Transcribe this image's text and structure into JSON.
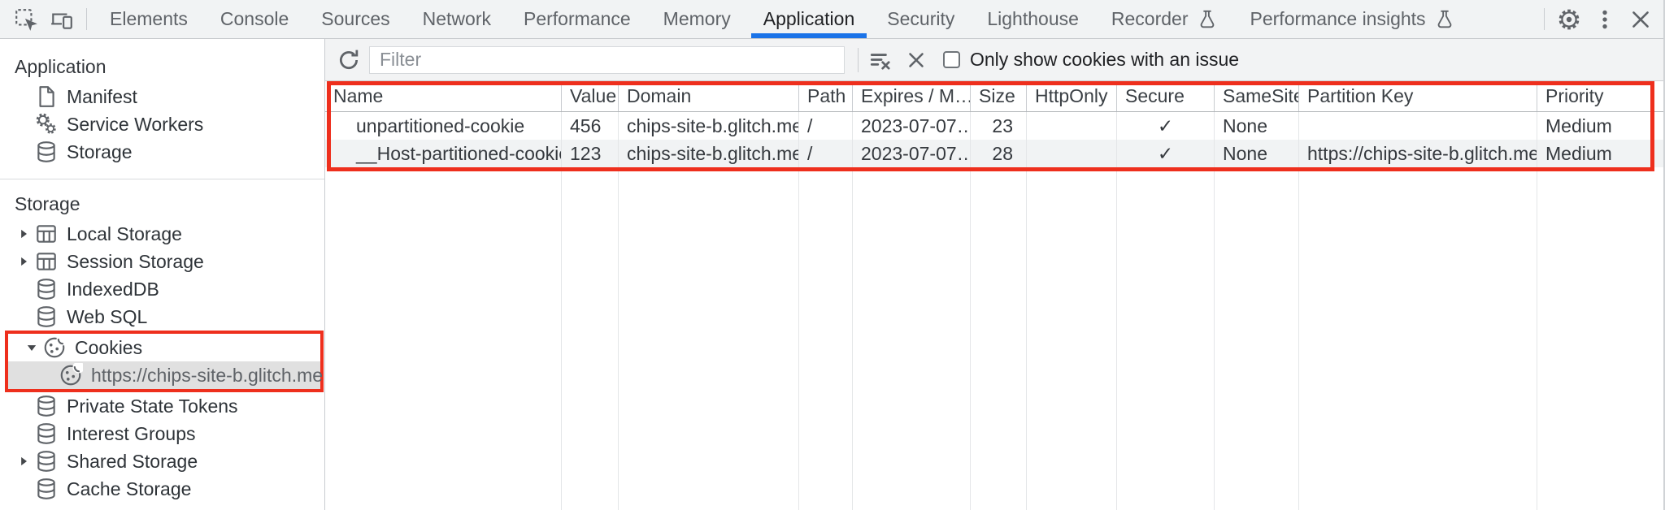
{
  "colors": {
    "accent_blue": "#1a73e8",
    "highlight_red": "#ee2f1d",
    "selected_row_bg": "#e0e0e0"
  },
  "tabbar": {
    "left_icons": [
      "inspect-element-icon",
      "device-toolbar-icon"
    ],
    "tabs": [
      {
        "label": "Elements"
      },
      {
        "label": "Console"
      },
      {
        "label": "Sources"
      },
      {
        "label": "Network"
      },
      {
        "label": "Performance"
      },
      {
        "label": "Memory"
      },
      {
        "label": "Application",
        "active": true
      },
      {
        "label": "Security"
      },
      {
        "label": "Lighthouse"
      },
      {
        "label": "Recorder",
        "trailing_icon": "flask-icon"
      },
      {
        "label": "Performance insights",
        "trailing_icon": "flask-icon"
      }
    ],
    "right_icons": [
      "gear-icon",
      "kebab-menu-icon",
      "close-icon"
    ]
  },
  "sidebar": {
    "sections": [
      {
        "title": "Application",
        "items": [
          {
            "icon": "document-icon",
            "label": "Manifest"
          },
          {
            "icon": "service-workers-icon",
            "label": "Service Workers"
          },
          {
            "icon": "database-icon",
            "label": "Storage"
          }
        ]
      },
      {
        "title": "Storage",
        "items": [
          {
            "icon": "table-icon",
            "label": "Local Storage",
            "expand_icon": "triangle-right-icon"
          },
          {
            "icon": "table-icon",
            "label": "Session Storage",
            "expand_icon": "triangle-right-icon"
          },
          {
            "icon": "database-icon",
            "label": "IndexedDB"
          },
          {
            "icon": "database-icon",
            "label": "Web SQL"
          },
          {
            "icon": "cookie-icon",
            "label": "Cookies",
            "expand_icon": "triangle-down-icon",
            "highlighted": true
          },
          {
            "icon": "cookie-icon",
            "label": "https://chips-site-b.glitch.me",
            "child": true,
            "selected": true,
            "highlighted": true
          },
          {
            "icon": "database-icon",
            "label": "Private State Tokens"
          },
          {
            "icon": "database-icon",
            "label": "Interest Groups"
          },
          {
            "icon": "database-icon",
            "label": "Shared Storage",
            "expand_icon": "triangle-right-icon"
          },
          {
            "icon": "database-icon",
            "label": "Cache Storage"
          }
        ]
      }
    ]
  },
  "toolbar": {
    "refresh_icon": "refresh-icon",
    "filter_placeholder": "Filter",
    "clear_filter_icon": "clear-filter-icon",
    "clear_icon": "clear-x-icon",
    "checkbox_checked": false,
    "only_issue_label": "Only show cookies with an issue"
  },
  "cookie_table": {
    "columns": [
      "Name",
      "Value",
      "Domain",
      "Path",
      "Expires / M…",
      "Size",
      "HttpOnly",
      "Secure",
      "SameSite",
      "Partition Key",
      "Priority"
    ],
    "rows": [
      [
        "unpartitioned-cookie",
        "456",
        "chips-site-b.glitch.me",
        "/",
        "2023-07-07…",
        "23",
        "",
        "✓",
        "None",
        "",
        "Medium"
      ],
      [
        "__Host-partitioned-cookie",
        "123",
        "chips-site-b.glitch.me",
        "/",
        "2023-07-07…",
        "28",
        "",
        "✓",
        "None",
        "https://chips-site-b.glitch.me",
        "Medium"
      ]
    ]
  }
}
